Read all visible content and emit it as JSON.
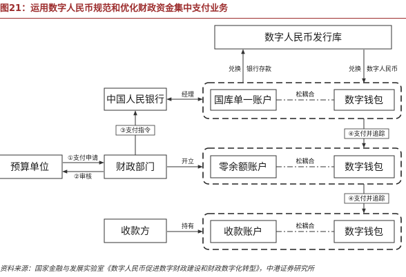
{
  "title": "图21：运用数字人民币规范和优化财政资金集中支付业务",
  "source": "资料来源：国家金融与发展实验室《数字人民币促进数字财政建设和财政数字化转型》，中港证券研究所",
  "nodes": {
    "issuer": "数字人民币发行库",
    "pboc": "中国人民银行",
    "treasury_account": "国库单一账户",
    "wallet_1": "数字钱包",
    "budget_unit": "预算单位",
    "finance_dept": "财政部门",
    "zero_balance_account": "零余额账户",
    "wallet_2": "数字钱包",
    "payee": "收款方",
    "collection_account": "收款账户",
    "wallet_3": "数字钱包"
  },
  "edges": {
    "exchange_left": "兑换",
    "bank_deposit": "银行存款",
    "exchange_right": "兑换",
    "digital_rmb": "数字人民币",
    "manage": "经理",
    "loose_coupling_1": "松耦合",
    "loose_coupling_2": "松耦合",
    "loose_coupling_3": "松耦合",
    "payment_order": "③支付指令",
    "pay_and_trace_1": "④支付并追踪",
    "pay_and_trace_2": "④支付并追踪",
    "payment_request": "①支付申请",
    "review": "②审核",
    "open_account": "开立",
    "hold": "持有"
  }
}
